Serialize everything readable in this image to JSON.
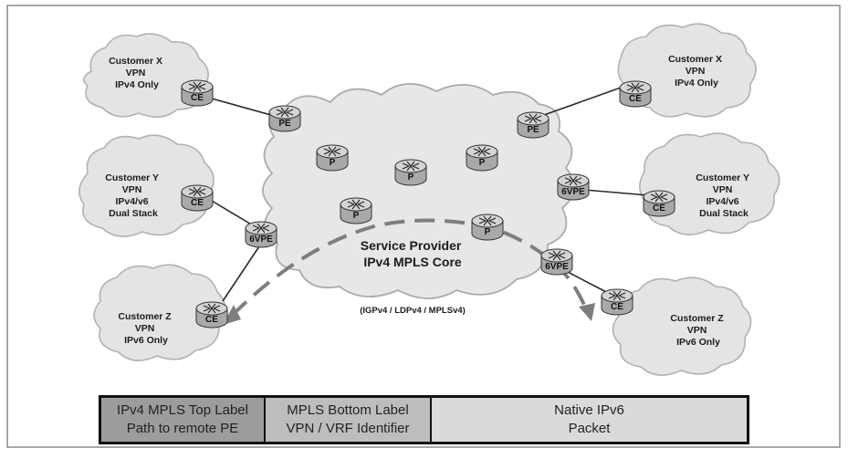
{
  "clouds": {
    "x_left": [
      "Customer X",
      "VPN",
      "IPv4 Only"
    ],
    "x_right": [
      "Customer X",
      "VPN",
      "IPv4 Only"
    ],
    "y_left": [
      "Customer Y",
      "VPN",
      "IPv4/v6",
      "Dual Stack"
    ],
    "y_right": [
      "Customer Y",
      "VPN",
      "IPv4/v6",
      "Dual Stack"
    ],
    "z_left": [
      "Customer Z",
      "VPN",
      "IPv6 Only"
    ],
    "z_right": [
      "Customer Z",
      "VPN",
      "IPv6 Only"
    ]
  },
  "core": {
    "title": "Service Provider",
    "subtitle": "IPv4 MPLS Core",
    "protocols": "(IGPv4 / LDPv4 / MPLSv4)"
  },
  "router_labels": {
    "ce": "CE",
    "pe": "PE",
    "p": "P",
    "sixvpe": "6VPE"
  },
  "packet": {
    "cell1": [
      "IPv4 MPLS Top Label",
      "Path to remote PE"
    ],
    "cell2": [
      "MPLS Bottom Label",
      "VPN / VRF Identifier"
    ],
    "cell3": [
      "Native IPv6",
      "Packet"
    ]
  },
  "colors": {
    "cloud_fill": "#e4e4e4",
    "router_body": "#c8c8c8",
    "dashed_path": "#7e7e7e"
  },
  "icons": {
    "router": "router-icon"
  }
}
